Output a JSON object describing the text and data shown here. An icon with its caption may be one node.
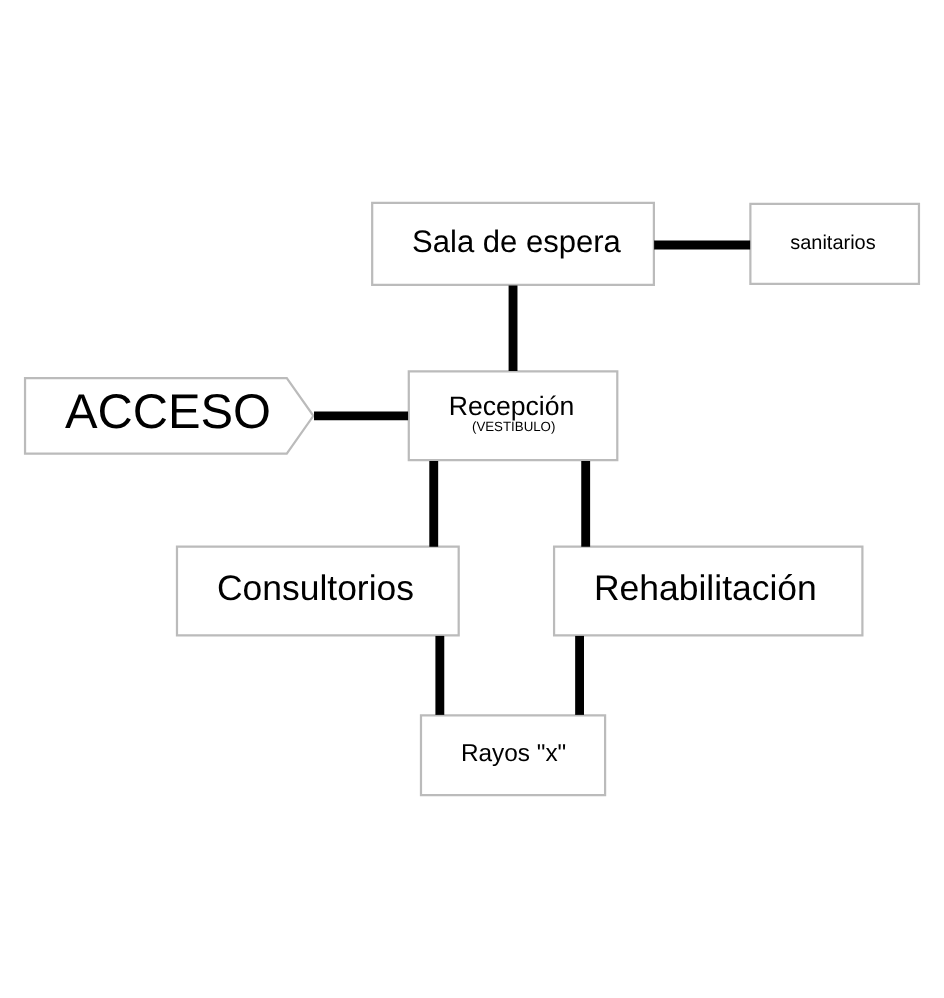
{
  "diagram": {
    "nodes": [
      {
        "text": [
          "Sala de espera"
        ]
      },
      {
        "text": [
          "sanitarios"
        ]
      },
      {
        "text": [
          "ACCESO"
        ]
      },
      {
        "text": [
          "Recepción",
          "(VESTIBULO)"
        ]
      },
      {
        "text": [
          "Consultorios"
        ]
      },
      {
        "text": [
          "Rehabilitación"
        ]
      },
      {
        "text": [
          "Rayos \"x\""
        ]
      }
    ],
    "edges": [
      {
        "from": 0,
        "to": 1,
        "arrow": "none"
      },
      {
        "from": 0,
        "to": 3,
        "arrow": "none"
      },
      {
        "from": 2,
        "to": 3,
        "arrow": "none"
      },
      {
        "from": 3,
        "to": 5,
        "arrow": "none"
      },
      {
        "from": 3,
        "to": 4,
        "arrow": "none"
      },
      {
        "from": 4,
        "to": 6,
        "arrow": "none"
      },
      {
        "from": 5,
        "to": 6,
        "arrow": "none"
      }
    ]
  }
}
